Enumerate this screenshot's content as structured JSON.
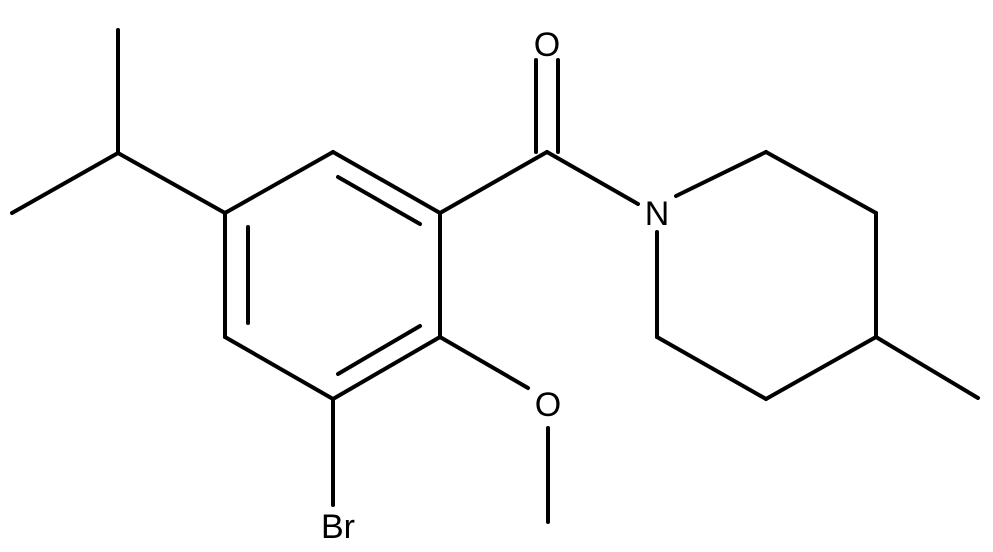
{
  "molecule": {
    "atom_labels": {
      "oxygen_carbonyl": "O",
      "nitrogen": "N",
      "oxygen_methoxy": "O",
      "bromine": "Br"
    },
    "colors": {
      "bond": "#000000",
      "label": "#000000",
      "background": "#ffffff"
    }
  }
}
